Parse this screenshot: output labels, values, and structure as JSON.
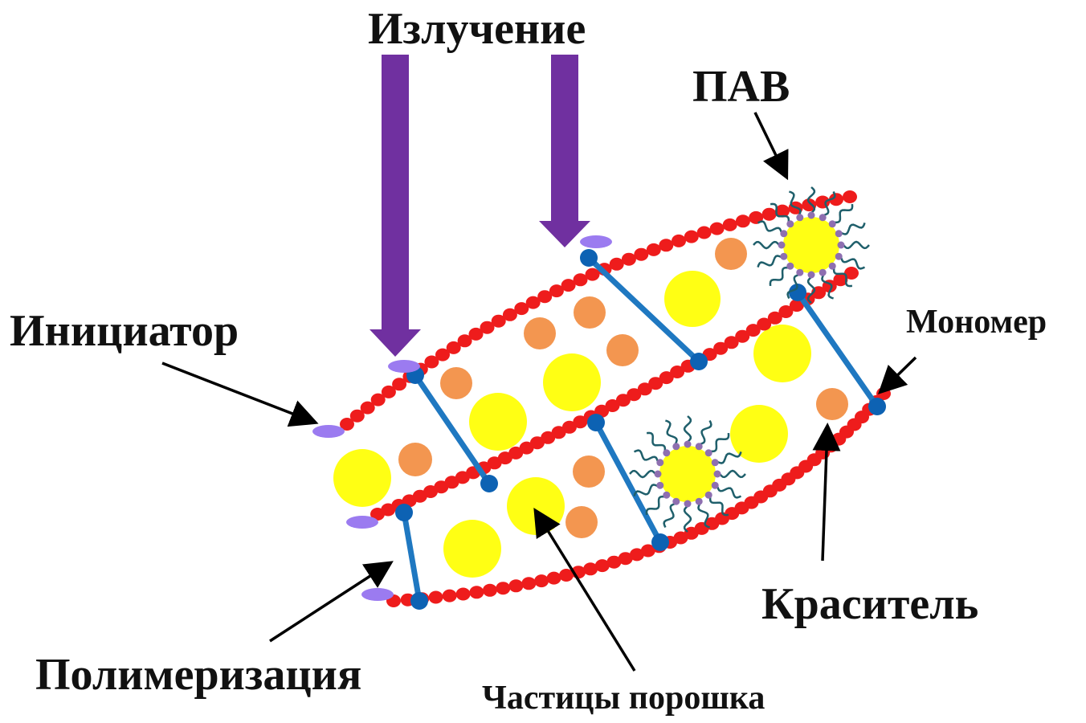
{
  "labels": {
    "radiation": "Излучение",
    "surfactant": "ПАВ",
    "initiator": "Инициатор",
    "monomer": "Мономер",
    "dye": "Краситель",
    "polymerization": "Полимеризация",
    "powder_particles": "Частицы порошка"
  },
  "colors": {
    "monomer_bead": "#ee1c1c",
    "polymer_link": "#1f78c1",
    "link_node": "#0d62b3",
    "powder_particle": "#ffff14",
    "dye_particle": "#f39650",
    "initiator": "#9b7bf0",
    "radiation_arrow": "#7030a0",
    "surfactant_tail": "#1f5f6b",
    "surfactant_head": "#8e6fb0",
    "pointer_arrow": "#000000"
  }
}
